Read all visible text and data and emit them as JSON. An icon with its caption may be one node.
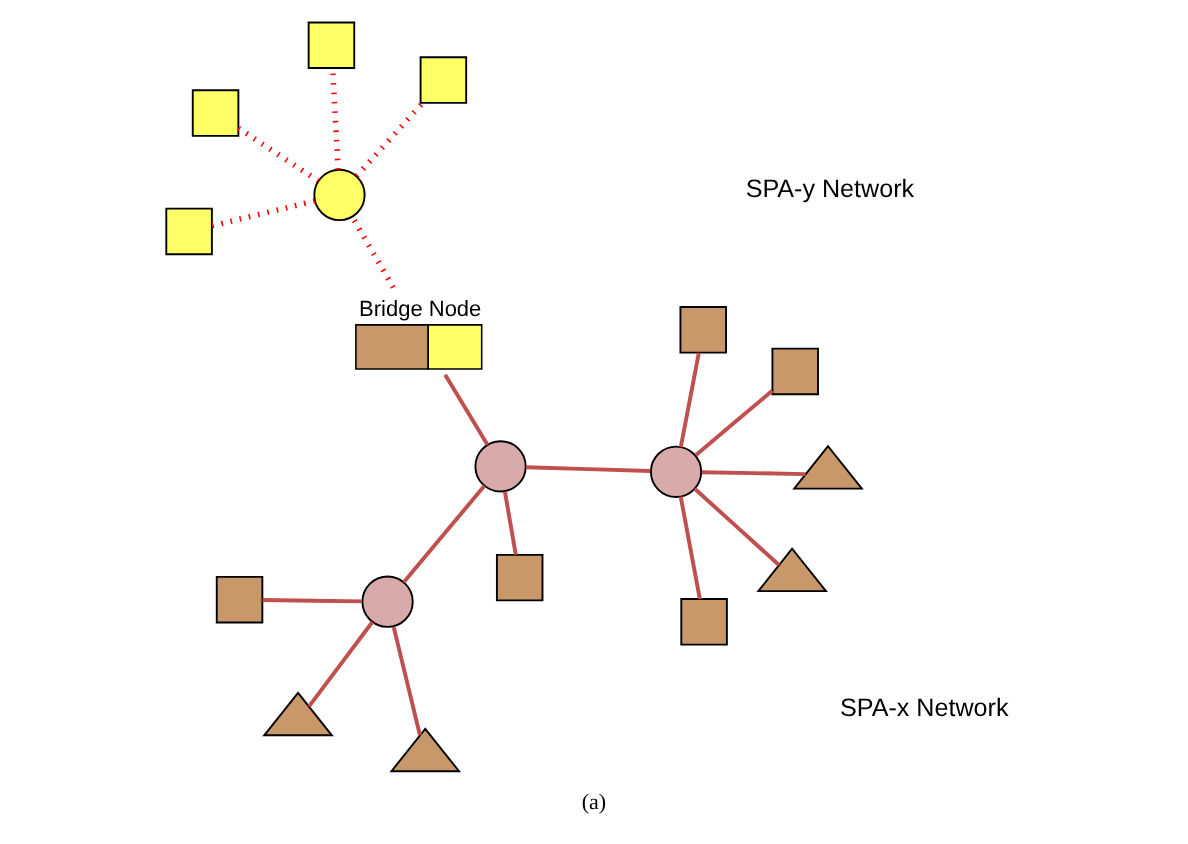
{
  "diagram": {
    "caption": "(a)",
    "nodes": [
      {
        "text": [],
        "shape": "triangle"
      },
      {
        "text": [],
        "shape": "triangle"
      },
      {
        "text": [],
        "shape": "circle"
      },
      {
        "text": [],
        "shape": "square"
      },
      {
        "text": [],
        "shape": "triangle"
      },
      {
        "text": [],
        "shape": "square"
      },
      {
        "text": [],
        "shape": "square"
      },
      {
        "text": [],
        "shape": "triangle"
      },
      {
        "text": [],
        "shape": "circle"
      },
      {
        "text": [],
        "shape": "circle"
      },
      {
        "text": [
          "Bridge Node"
        ]
      },
      {
        "text": [],
        "shape": "circle"
      },
      {
        "text": [],
        "shape": "square"
      },
      {
        "text": [],
        "shape": "square"
      },
      {
        "text": [],
        "shape": "square"
      },
      {
        "text": [],
        "shape": "square"
      },
      {
        "text": [],
        "shape": "square"
      },
      {
        "text": [],
        "shape": "square"
      }
    ],
    "edges": [
      {
        "from": 2,
        "to": 0,
        "arrow": "none"
      },
      {
        "from": 2,
        "to": 1,
        "arrow": "none"
      },
      {
        "from": 2,
        "to": 5,
        "arrow": "none"
      },
      {
        "from": 2,
        "to": 9,
        "arrow": "none"
      },
      {
        "from": 8,
        "to": 6,
        "arrow": "none"
      },
      {
        "from": 8,
        "to": 4,
        "arrow": "none"
      },
      {
        "from": 8,
        "to": 7,
        "arrow": "none"
      },
      {
        "from": 8,
        "to": 13,
        "arrow": "none"
      },
      {
        "from": 8,
        "to": 14,
        "arrow": "none"
      },
      {
        "from": 8,
        "to": 9,
        "arrow": "none"
      },
      {
        "from": 9,
        "to": 15,
        "arrow": "none"
      },
      {
        "from": 9,
        "to": 10,
        "arrow": "none"
      },
      {
        "from": 10,
        "to": 11,
        "arrow": "none",
        "style": "dashed",
        "color": "#ff0000"
      },
      {
        "from": 11,
        "to": 3,
        "arrow": "none",
        "style": "dashed",
        "color": "#ff0000"
      },
      {
        "from": 11,
        "to": 12,
        "arrow": "none",
        "style": "dashed",
        "color": "#ff0000"
      },
      {
        "from": 11,
        "to": 16,
        "arrow": "none",
        "style": "dashed",
        "color": "#ff0000"
      },
      {
        "from": 11,
        "to": 17,
        "arrow": "none",
        "style": "dashed",
        "color": "#ff0000"
      }
    ],
    "labels": [
      "SPA-y Network",
      "SPA-x Network"
    ]
  }
}
